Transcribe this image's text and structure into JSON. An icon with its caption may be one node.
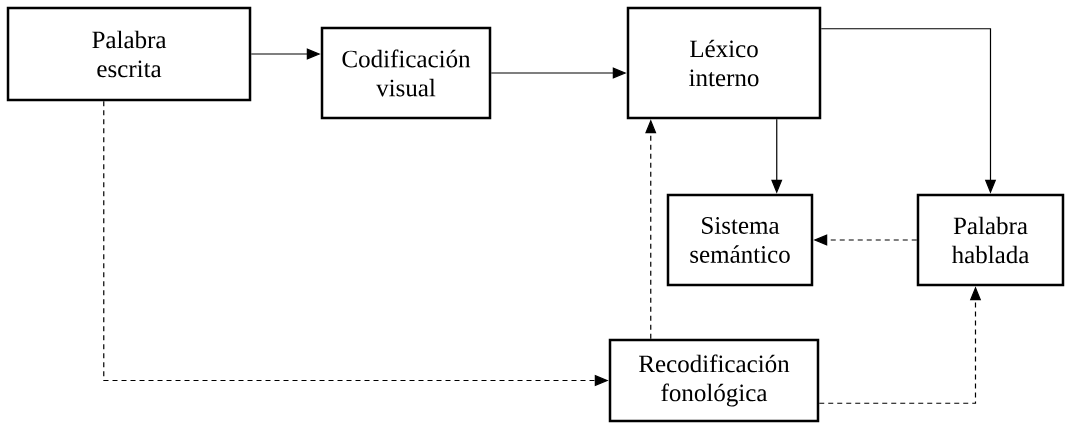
{
  "diagram": {
    "nodes": [
      {
        "text": [
          "Palabra escrita"
        ]
      },
      {
        "text": [
          "Codificación visual"
        ]
      },
      {
        "text": [
          "Léxico interno"
        ]
      },
      {
        "text": [
          "Sistema semántico"
        ]
      },
      {
        "text": [
          "Palabra hablada"
        ]
      },
      {
        "text": [
          "Recodificación fonológica"
        ]
      }
    ],
    "edges": [
      {
        "from": 0,
        "to": 1,
        "arrow": "to"
      },
      {
        "from": 1,
        "to": 2,
        "arrow": "to"
      },
      {
        "from": 2,
        "to": 3,
        "arrow": "to"
      },
      {
        "from": 2,
        "to": 4,
        "arrow": "to"
      },
      {
        "from": 4,
        "to": 3,
        "arrow": "to",
        "style": "dashed"
      },
      {
        "from": 0,
        "to": 5,
        "arrow": "to",
        "style": "dashed"
      },
      {
        "from": 5,
        "to": 2,
        "arrow": "to",
        "style": "dashed"
      },
      {
        "from": 5,
        "to": 4,
        "arrow": "to",
        "style": "dashed"
      }
    ]
  }
}
